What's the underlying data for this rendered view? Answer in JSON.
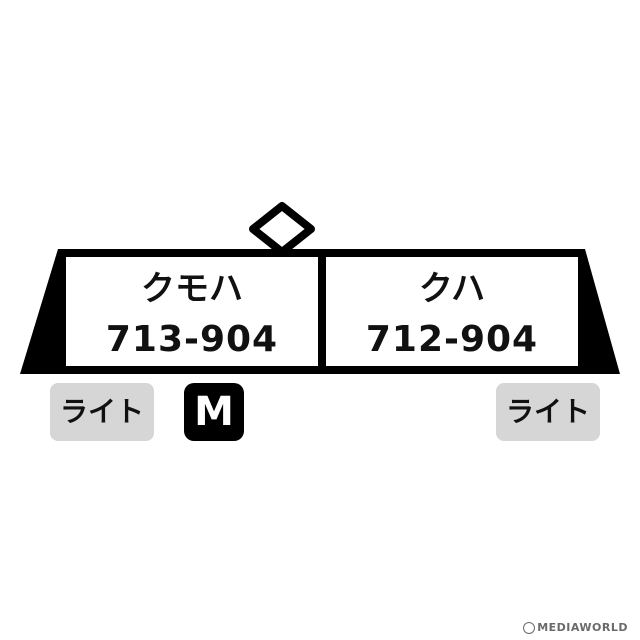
{
  "cars": [
    {
      "type": "クモハ",
      "number": "713-904"
    },
    {
      "type": "クハ",
      "number": "712-904"
    }
  ],
  "badges": {
    "light_left": "ライト",
    "motor": "M",
    "light_right": "ライト"
  },
  "watermark": "MEDIAWORLD",
  "icons": [
    "pantograph-icon"
  ]
}
